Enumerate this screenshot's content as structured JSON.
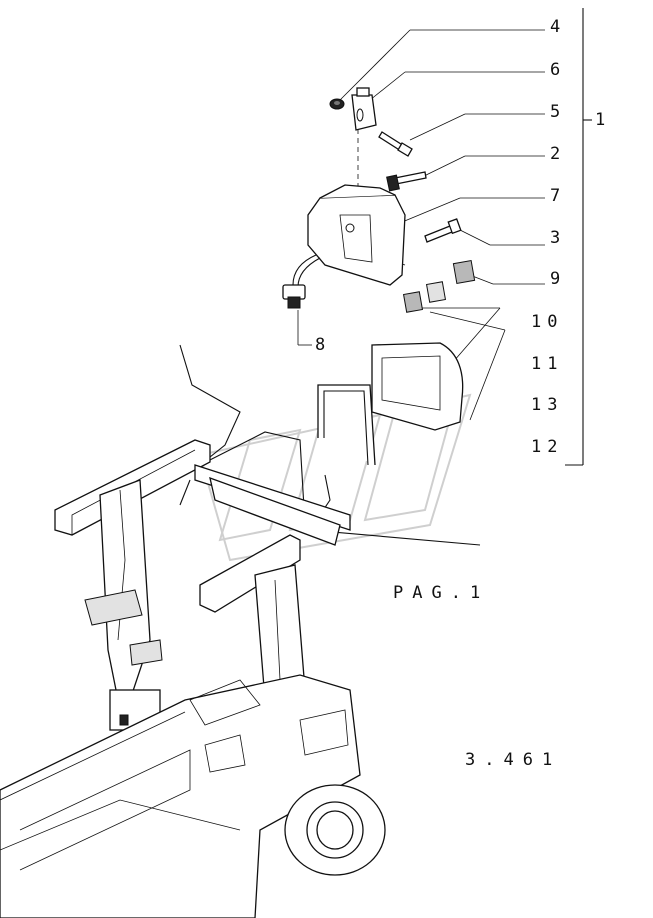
{
  "callouts": [
    {
      "id": "c4",
      "label": "4"
    },
    {
      "id": "c6",
      "label": "6"
    },
    {
      "id": "c5",
      "label": "5"
    },
    {
      "id": "c2",
      "label": "2"
    },
    {
      "id": "c7",
      "label": "7"
    },
    {
      "id": "c3",
      "label": "3"
    },
    {
      "id": "c9",
      "label": "9"
    },
    {
      "id": "c10",
      "label": "10"
    },
    {
      "id": "c11",
      "label": "11"
    },
    {
      "id": "c13",
      "label": "13"
    },
    {
      "id": "c12",
      "label": "12"
    },
    {
      "id": "c8",
      "label": "8"
    }
  ],
  "group_label": "1",
  "page_ref": "PAG.1",
  "figure_number": "3.461"
}
